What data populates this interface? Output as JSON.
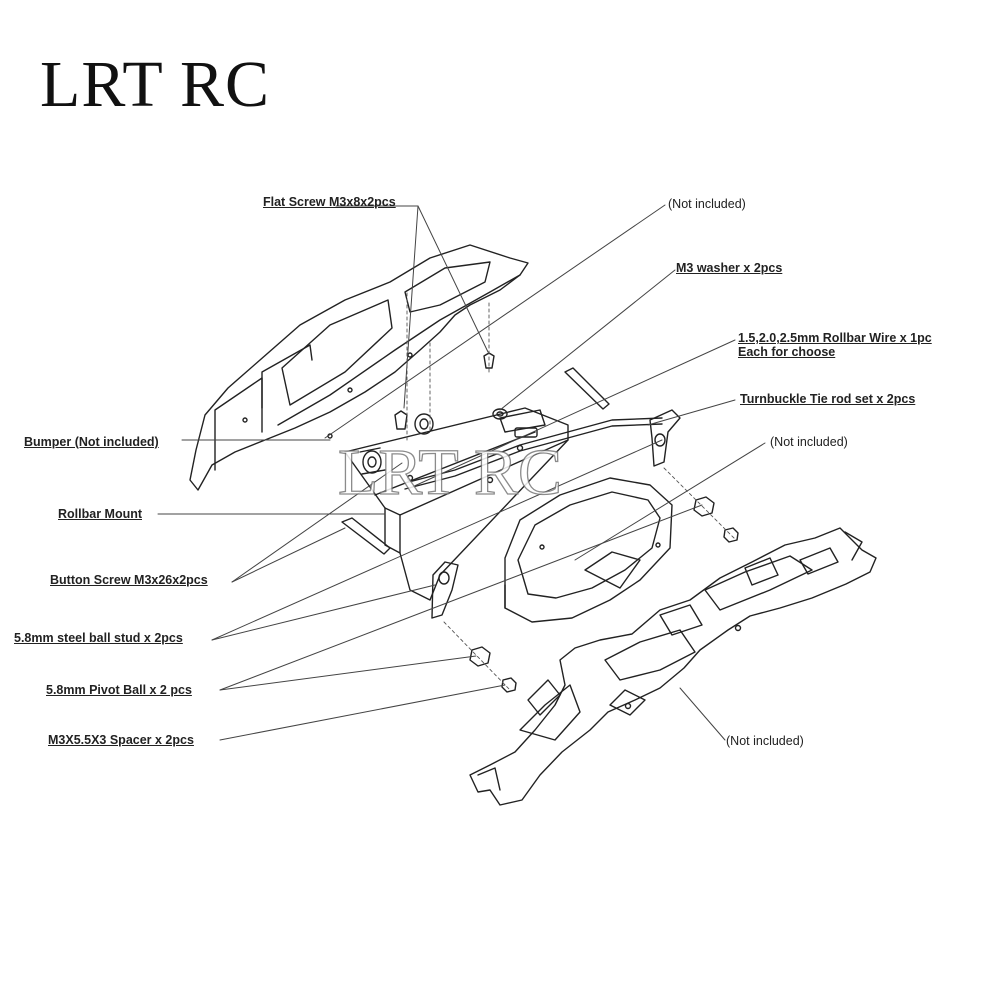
{
  "brand": "LRT RC",
  "watermark": "LRT RC",
  "labels": {
    "flat_screw": "Flat Screw M3x8x2pcs",
    "not_included_top": "(Not included)",
    "m3_washer": "M3 washer x 2pcs",
    "rollbar_wire_line1": "1.5,2.0,2.5mm Rollbar Wire x 1pc",
    "rollbar_wire_line2": "Each for choose",
    "turnbuckle": "Turnbuckle Tie rod set x 2pcs",
    "not_included_mid": "(Not included)",
    "bumper": "Bumper (Not included)",
    "rollbar_mount": "Rollbar Mount",
    "button_screw": "Button Screw M3x26x2pcs",
    "steel_ball_stud": "5.8mm steel ball stud x 2pcs",
    "pivot_ball": "5.8mm Pivot Ball  x 2 pcs",
    "spacer": "M3X5.5X3 Spacer x 2pcs",
    "not_included_bottom": "(Not included)"
  }
}
